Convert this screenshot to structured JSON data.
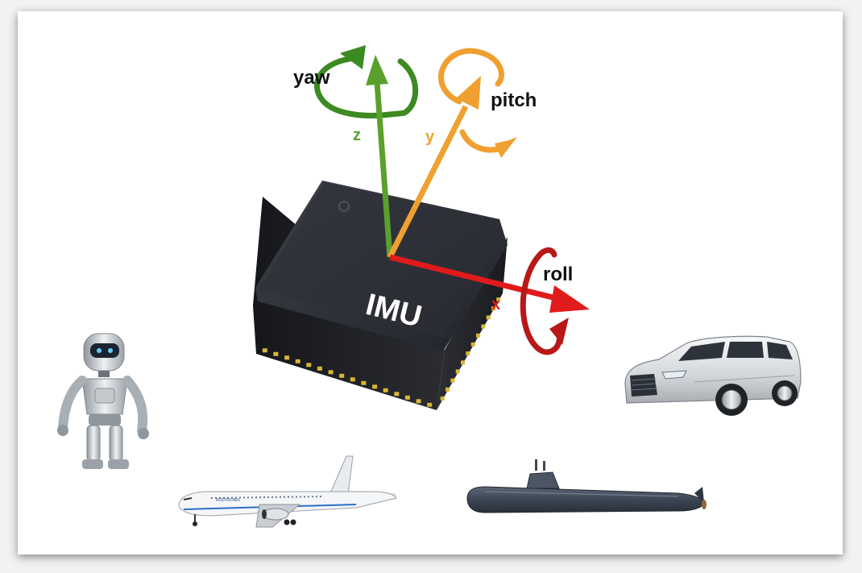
{
  "diagram": {
    "chip_label": "IMU",
    "axes": [
      {
        "axis": "x",
        "rotation": "roll",
        "color": "#e01b1b"
      },
      {
        "axis": "y",
        "rotation": "pitch",
        "color": "#f0a030"
      },
      {
        "axis": "z",
        "rotation": "yaw",
        "color": "#5aa02c"
      }
    ],
    "applications": [
      {
        "name": "robot-image"
      },
      {
        "name": "airplane-image"
      },
      {
        "name": "submarine-image"
      },
      {
        "name": "car-image"
      }
    ],
    "airplane_livery": "RODTRONIX"
  }
}
